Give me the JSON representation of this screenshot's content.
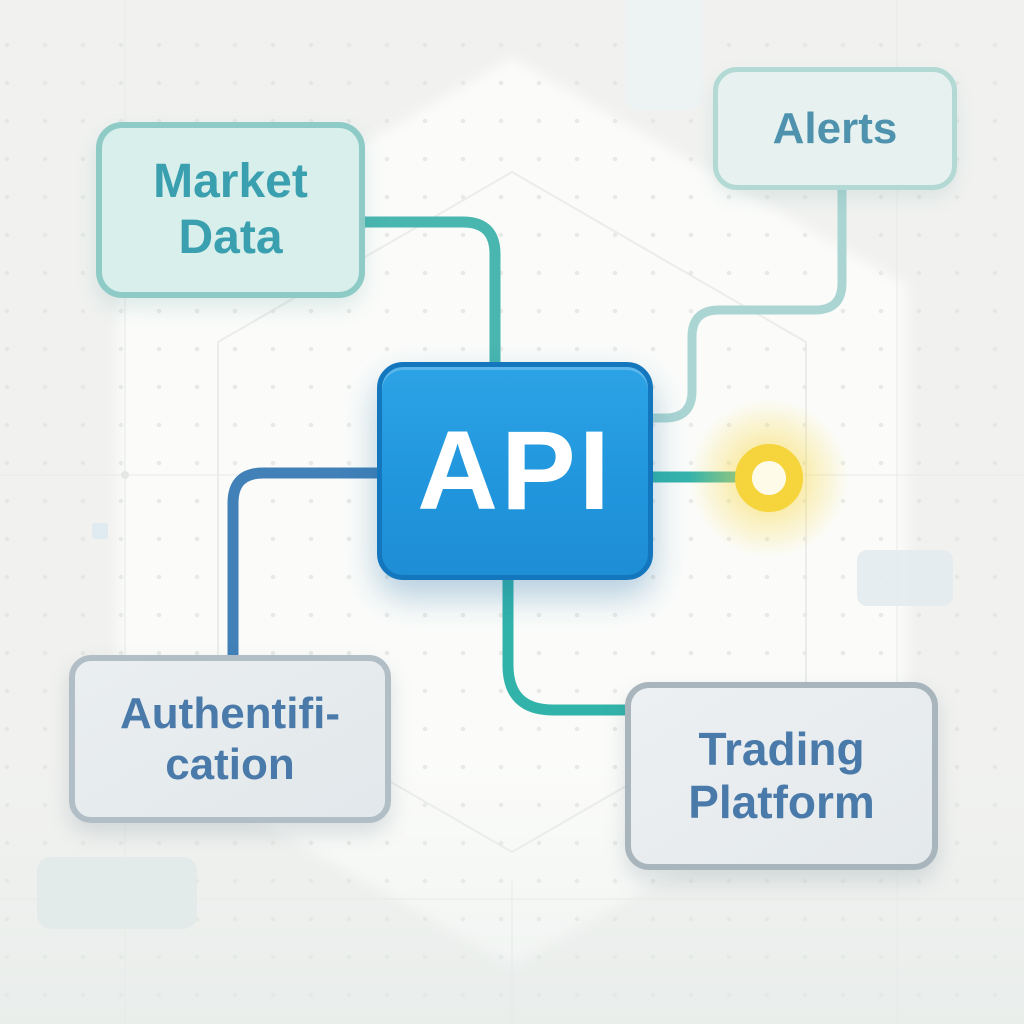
{
  "diagram": {
    "center_node": {
      "id": "api",
      "label": "API"
    },
    "nodes": [
      {
        "id": "market-data",
        "label": "Market Data",
        "text_color": "#3a9fae",
        "fill": "#d9efec",
        "border": "#8fcbc6"
      },
      {
        "id": "alerts",
        "label": "Alerts",
        "text_color": "#4e92ae",
        "fill": "#e7f2f0",
        "border": "#b2d9d4"
      },
      {
        "id": "authentification",
        "label": "Authentifi-cation",
        "text_color": "#4a7aa9",
        "fill": "#e4e9ec",
        "border": "#b2bec6"
      },
      {
        "id": "trading-platform",
        "label": "Trading Platform",
        "text_color": "#4a7aa9",
        "fill": "#e8ecee",
        "border": "#a9b5bd"
      }
    ],
    "connectors": [
      {
        "from": "market-data",
        "to": "api",
        "color": "#49b6af"
      },
      {
        "from": "alerts",
        "to": "api",
        "color": "#abd5d3"
      },
      {
        "from": "api",
        "to": "authentification",
        "color": "#4181b8"
      },
      {
        "from": "api",
        "to": "trading-platform",
        "color": "#32b3aa"
      },
      {
        "from": "api",
        "to": "endpoint-circle",
        "color": "#35b3ab"
      }
    ],
    "endpoint_circle": {
      "ring_color": "#f6d43c",
      "center_color": "#fefce9",
      "glow_color": "#f7d94e"
    },
    "api_node_colors": {
      "fill": "#2196dd",
      "border": "#1477bd",
      "text": "#ffffff"
    }
  }
}
